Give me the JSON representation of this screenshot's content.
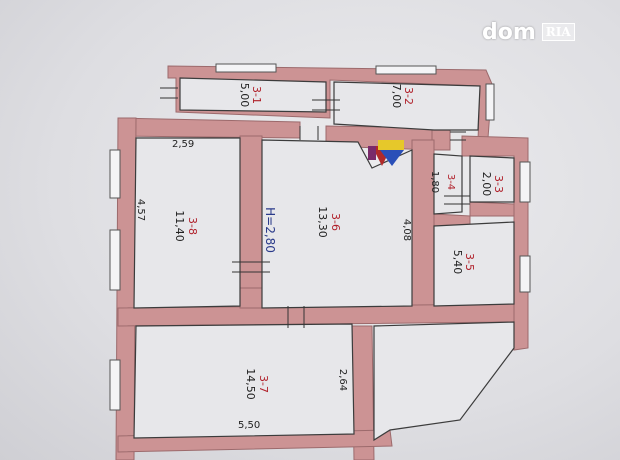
{
  "watermark": {
    "brand": "dom",
    "tag": "RIA"
  },
  "height_label": "H=2,80",
  "rooms": [
    {
      "id": "3-1",
      "area": "5,00"
    },
    {
      "id": "3-2",
      "area": "7,00"
    },
    {
      "id": "3-3",
      "area": "2,00"
    },
    {
      "id": "3-4",
      "area": "1,80"
    },
    {
      "id": "3-5",
      "area": "5,40"
    },
    {
      "id": "3-6",
      "area": "13,30"
    },
    {
      "id": "3-7",
      "area": "14,50"
    },
    {
      "id": "3-8",
      "area": "11,40"
    }
  ],
  "dimensions": [
    "2,59",
    "4,57",
    "4,08",
    "2,64",
    "5,50"
  ],
  "colors": {
    "wall": "#cc9394",
    "wall_edge": "#9c6a6c",
    "floor": "#e7e7ea",
    "text": "#222222",
    "red": "#b0202a"
  }
}
